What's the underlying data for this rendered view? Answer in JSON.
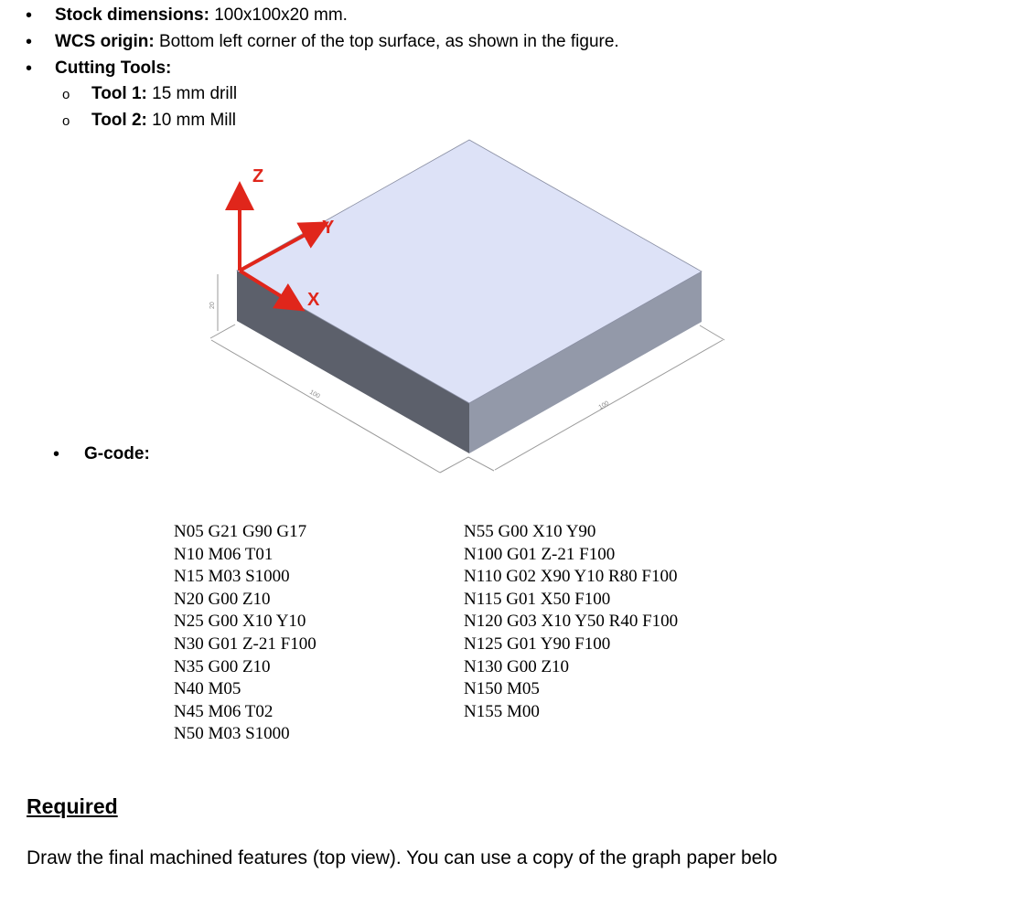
{
  "specs": {
    "stock_label": "Stock dimensions:",
    "stock_value": " 100x100x20 mm.",
    "wcs_label": "WCS origin:",
    "wcs_value": " Bottom left corner of the top surface, as shown in the figure.",
    "tools_label": "Cutting Tools:",
    "tool1_label": "Tool 1:",
    "tool1_value": " 15 mm drill",
    "tool2_label": "Tool 2:",
    "tool2_value": " 10 mm Mill"
  },
  "figure": {
    "axis_z": "Z",
    "axis_y": "Y",
    "axis_x": "X",
    "dim_height": "20",
    "dim_length": "100",
    "dim_width": "100",
    "colors": {
      "top_face": "#dde2f7",
      "front_face": "#5c606b",
      "side_face": "#9399a9",
      "axis": "#e0261b"
    }
  },
  "gcode_label": "G-code:",
  "gcode_left": [
    "N05 G21 G90 G17",
    "N10 M06 T01",
    "N15 M03 S1000",
    "N20 G00 Z10",
    "N25 G00 X10 Y10",
    "N30 G01 Z-21 F100",
    "N35 G00 Z10",
    "N40 M05",
    "N45 M06 T02",
    "N50 M03 S1000"
  ],
  "gcode_right": [
    "N55 G00 X10 Y90",
    "N100 G01 Z-21 F100",
    "N110 G02 X90 Y10 R80 F100",
    "N115 G01 X50 F100",
    "N120 G03 X10 Y50 R40 F100",
    "N125 G01 Y90 F100",
    "N130 G00 Z10",
    "N150 M05",
    "N155 M00"
  ],
  "required_heading": "Required",
  "required_text": "Draw the final machined features (top view). You can use a copy of the graph paper belo"
}
